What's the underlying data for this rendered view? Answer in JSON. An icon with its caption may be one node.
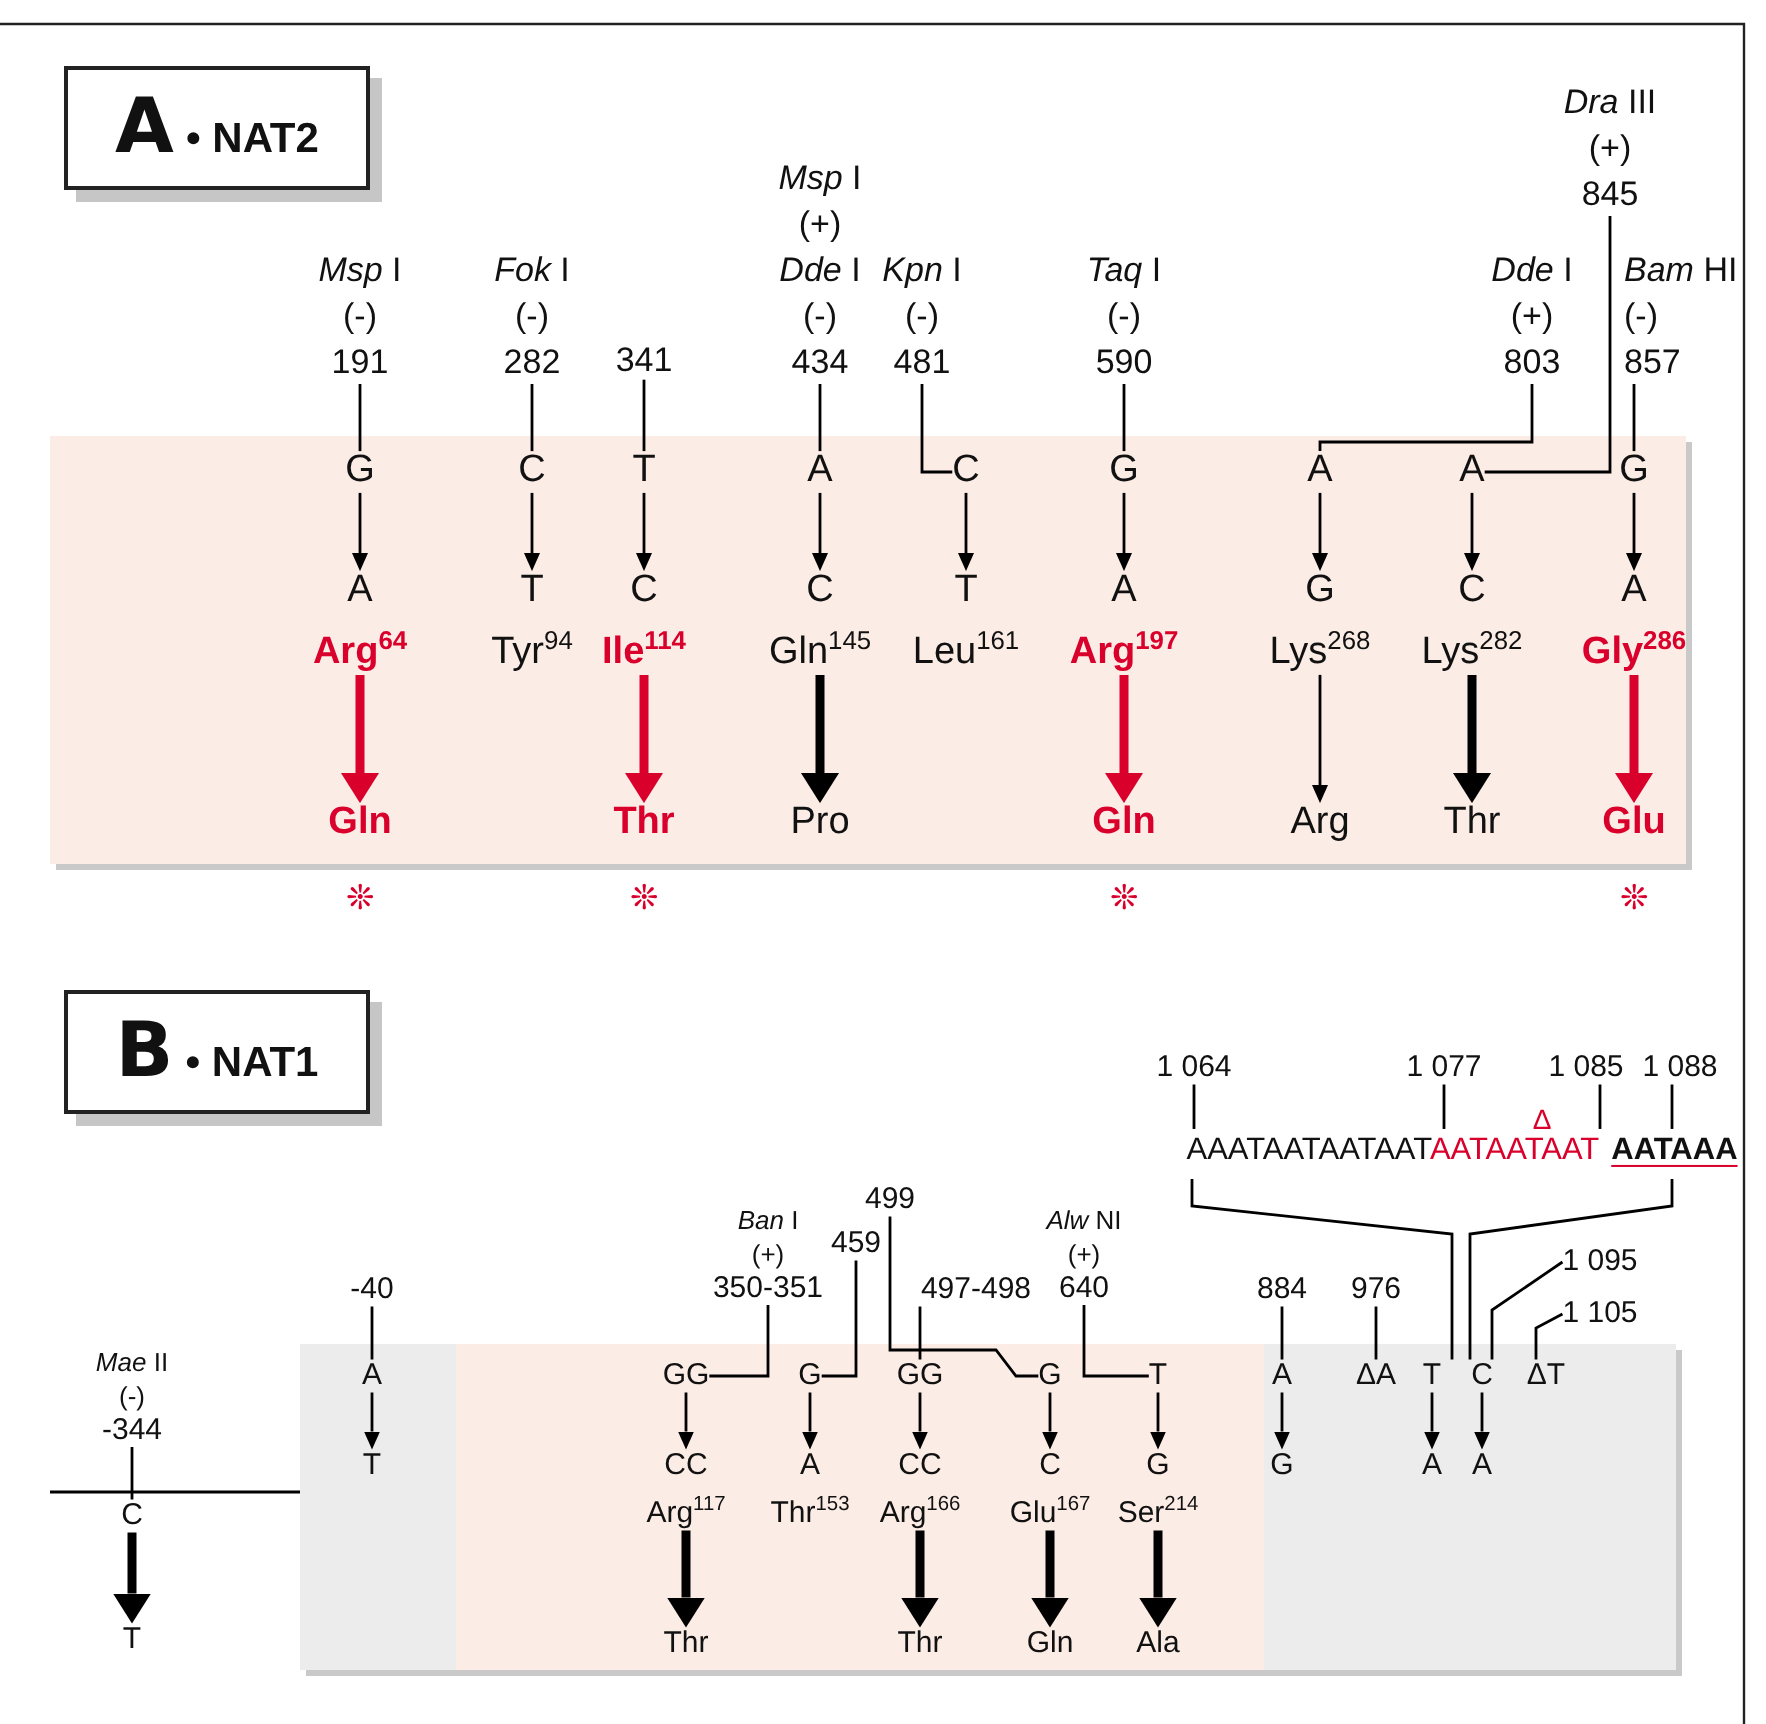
{
  "diagram": {
    "nodes": [
      {
        "text": [
          "A",
          "• NAT2"
        ]
      },
      {
        "text": [],
        "shape": "band"
      },
      {
        "text": [
          "*Msp* I",
          "(-)",
          "191"
        ]
      },
      {
        "text": [
          "G"
        ],
        "in": 1
      },
      {
        "text": [
          "A"
        ],
        "in": 1
      },
      {
        "text": [
          "Arg$^{64}$"
        ],
        "in": 1
      },
      {
        "text": [
          "Gln"
        ],
        "in": 1
      },
      {
        "text": [
          "*Fok* I",
          "(-)",
          "282"
        ]
      },
      {
        "text": [
          "C"
        ],
        "in": 1
      },
      {
        "text": [
          "T"
        ],
        "in": 1
      },
      {
        "text": [
          "Tyr$^{94}$"
        ],
        "in": 1
      },
      {
        "text": [
          "341"
        ]
      },
      {
        "text": [
          "T"
        ],
        "in": 1
      },
      {
        "text": [
          "C"
        ],
        "in": 1
      },
      {
        "text": [
          "Ile$^{114}$"
        ],
        "in": 1
      },
      {
        "text": [
          "Thr"
        ],
        "in": 1
      },
      {
        "text": [
          "*Msp* I",
          "(+)",
          "*Dde* I",
          "(-)",
          "434"
        ]
      },
      {
        "text": [
          "A"
        ],
        "in": 1
      },
      {
        "text": [
          "C"
        ],
        "in": 1
      },
      {
        "text": [
          "Gln$^{145}$"
        ],
        "in": 1
      },
      {
        "text": [
          "Pro"
        ],
        "in": 1
      },
      {
        "text": [
          "*Kpn* I",
          "(-)",
          "481"
        ]
      },
      {
        "text": [
          "C"
        ],
        "in": 1
      },
      {
        "text": [
          "T"
        ],
        "in": 1
      },
      {
        "text": [
          "Leu$^{161}$"
        ],
        "in": 1
      },
      {
        "text": [
          "*Taq* I",
          "(-)",
          "590"
        ]
      },
      {
        "text": [
          "G"
        ],
        "in": 1
      },
      {
        "text": [
          "A"
        ],
        "in": 1
      },
      {
        "text": [
          "Arg$^{197}$"
        ],
        "in": 1
      },
      {
        "text": [
          "Gln"
        ],
        "in": 1
      },
      {
        "text": [
          "*Dde* I",
          "(+)",
          "803"
        ]
      },
      {
        "text": [
          "A"
        ],
        "in": 1
      },
      {
        "text": [
          "G"
        ],
        "in": 1
      },
      {
        "text": [
          "Lys$^{268}$"
        ],
        "in": 1
      },
      {
        "text": [
          "Arg"
        ],
        "in": 1
      },
      {
        "text": [
          "*Dra* III",
          "(+)",
          "845"
        ]
      },
      {
        "text": [
          "A"
        ],
        "in": 1
      },
      {
        "text": [
          "C"
        ],
        "in": 1
      },
      {
        "text": [
          "Lys$^{282}$"
        ],
        "in": 1
      },
      {
        "text": [
          "Thr"
        ],
        "in": 1
      },
      {
        "text": [
          "*Bam* HI",
          "(-)",
          "857"
        ]
      },
      {
        "text": [
          "G"
        ],
        "in": 1
      },
      {
        "text": [
          "A"
        ],
        "in": 1
      },
      {
        "text": [
          "Gly$^{286}$"
        ],
        "in": 1
      },
      {
        "text": [
          "Glu"
        ],
        "in": 1
      },
      {
        "text": [
          "B",
          "• NAT1"
        ]
      },
      {
        "text": [],
        "shape": "band"
      },
      {
        "text": [],
        "shape": "band"
      },
      {
        "text": [],
        "shape": "band"
      },
      {
        "text": [
          "*Mae* II",
          "(-)",
          "-344"
        ]
      },
      {
        "text": [
          "C"
        ]
      },
      {
        "text": [
          "T"
        ]
      },
      {
        "text": [
          "-40"
        ]
      },
      {
        "text": [
          "A"
        ],
        "in": 46
      },
      {
        "text": [
          "T"
        ],
        "in": 46
      },
      {
        "text": [
          "*Ban* I",
          "(+)",
          "350-351"
        ]
      },
      {
        "text": [
          "GG"
        ],
        "in": 47
      },
      {
        "text": [
          "CC"
        ],
        "in": 47
      },
      {
        "text": [
          "Arg$^{117}$"
        ],
        "in": 47
      },
      {
        "text": [
          "Thr"
        ],
        "in": 47
      },
      {
        "text": [
          "459"
        ]
      },
      {
        "text": [
          "G"
        ],
        "in": 47
      },
      {
        "text": [
          "A"
        ],
        "in": 47
      },
      {
        "text": [
          "Thr$^{153}$"
        ],
        "in": 47
      },
      {
        "text": [
          "499"
        ]
      },
      {
        "text": [
          "497-498"
        ]
      },
      {
        "text": [
          "GG"
        ],
        "in": 47
      },
      {
        "text": [
          "CC"
        ],
        "in": 47
      },
      {
        "text": [
          "Arg$^{166}$"
        ],
        "in": 47
      },
      {
        "text": [
          "Thr"
        ],
        "in": 47
      },
      {
        "text": [
          "G"
        ],
        "in": 47
      },
      {
        "text": [
          "C"
        ],
        "in": 47
      },
      {
        "text": [
          "Glu$^{167}$"
        ],
        "in": 47
      },
      {
        "text": [
          "Gln"
        ],
        "in": 47
      },
      {
        "text": [
          "*Alw* NI",
          "(+)",
          "640"
        ]
      },
      {
        "text": [
          "T"
        ],
        "in": 47
      },
      {
        "text": [
          "G"
        ],
        "in": 47
      },
      {
        "text": [
          "Ser$^{214}$"
        ],
        "in": 47
      },
      {
        "text": [
          "Ala"
        ],
        "in": 47
      },
      {
        "text": [
          "884"
        ]
      },
      {
        "text": [
          "A"
        ],
        "in": 48
      },
      {
        "text": [
          "G"
        ],
        "in": 48
      },
      {
        "text": [
          "976"
        ]
      },
      {
        "text": [
          "ΔA"
        ],
        "in": 48
      },
      {
        "text": [
          "AAATAATAATAAT",
          "AATAATAAT",
          "AATAAA"
        ]
      },
      {
        "text": [
          "1 064"
        ]
      },
      {
        "text": [
          "1 077"
        ]
      },
      {
        "text": [
          "1 085"
        ]
      },
      {
        "text": [
          "1 088"
        ]
      },
      {
        "text": [
          "1 095"
        ]
      },
      {
        "text": [
          "1 105"
        ]
      },
      {
        "text": [
          "T"
        ],
        "in": 48
      },
      {
        "text": [
          "A"
        ],
        "in": 48
      },
      {
        "text": [
          "C"
        ],
        "in": 48
      },
      {
        "text": [
          "A"
        ],
        "in": 48
      },
      {
        "text": [
          "ΔT"
        ],
        "in": 48
      }
    ],
    "edges": [
      {
        "from": 2,
        "to": 3,
        "arrow": "none"
      },
      {
        "from": 3,
        "to": 4,
        "arrow": "to"
      },
      {
        "from": 5,
        "to": 6,
        "arrow": "to",
        "style": "thick",
        "color": "#d9002c"
      },
      {
        "from": 7,
        "to": 8,
        "arrow": "none"
      },
      {
        "from": 8,
        "to": 9,
        "arrow": "to"
      },
      {
        "from": 11,
        "to": 12,
        "arrow": "none"
      },
      {
        "from": 12,
        "to": 13,
        "arrow": "to"
      },
      {
        "from": 14,
        "to": 15,
        "arrow": "to",
        "style": "thick",
        "color": "#d9002c"
      },
      {
        "from": 16,
        "to": 17,
        "arrow": "none"
      },
      {
        "from": 17,
        "to": 18,
        "arrow": "to"
      },
      {
        "from": 19,
        "to": 20,
        "arrow": "to",
        "style": "thick"
      },
      {
        "from": 21,
        "to": 22,
        "arrow": "none"
      },
      {
        "from": 22,
        "to": 23,
        "arrow": "to"
      },
      {
        "from": 25,
        "to": 26,
        "arrow": "none"
      },
      {
        "from": 26,
        "to": 27,
        "arrow": "to"
      },
      {
        "from": 28,
        "to": 29,
        "arrow": "to",
        "style": "thick",
        "color": "#d9002c"
      },
      {
        "from": 30,
        "to": 31,
        "arrow": "none"
      },
      {
        "from": 31,
        "to": 32,
        "arrow": "to"
      },
      {
        "from": 33,
        "to": 34,
        "arrow": "to"
      },
      {
        "from": 35,
        "to": 36,
        "arrow": "none"
      },
      {
        "from": 36,
        "to": 37,
        "arrow": "to"
      },
      {
        "from": 38,
        "to": 39,
        "arrow": "to",
        "style": "thick"
      },
      {
        "from": 40,
        "to": 41,
        "arrow": "none"
      },
      {
        "from": 41,
        "to": 42,
        "arrow": "to"
      },
      {
        "from": 43,
        "to": 44,
        "arrow": "to",
        "style": "thick",
        "color": "#d9002c"
      },
      {
        "from": 49,
        "to": 50,
        "arrow": "none"
      },
      {
        "from": 50,
        "to": 51,
        "arrow": "to",
        "style": "thick"
      },
      {
        "from": 52,
        "to": 53,
        "arrow": "none"
      },
      {
        "from": 53,
        "to": 54,
        "arrow": "to"
      },
      {
        "from": 55,
        "to": 56,
        "arrow": "none"
      },
      {
        "from": 56,
        "to": 57,
        "arrow": "to"
      },
      {
        "from": 58,
        "to": 59,
        "arrow": "to",
        "style": "thick"
      },
      {
        "from": 60,
        "to": 61,
        "arrow": "none"
      },
      {
        "from": 61,
        "to": 62,
        "arrow": "to"
      },
      {
        "from": 64,
        "to": 70,
        "arrow": "none"
      },
      {
        "from": 65,
        "to": 66,
        "arrow": "none"
      },
      {
        "from": 66,
        "to": 67,
        "arrow": "to"
      },
      {
        "from": 68,
        "to": 69,
        "arrow": "to",
        "style": "thick"
      },
      {
        "from": 70,
        "to": 71,
        "arrow": "to"
      },
      {
        "from": 72,
        "to": 73,
        "arrow": "to",
        "style": "thick"
      },
      {
        "from": 74,
        "to": 75,
        "arrow": "none"
      },
      {
        "from": 75,
        "to": 76,
        "arrow": "to"
      },
      {
        "from": 77,
        "to": 78,
        "arrow": "to",
        "style": "thick"
      },
      {
        "from": 79,
        "to": 80,
        "arrow": "none"
      },
      {
        "from": 80,
        "to": 81,
        "arrow": "to"
      },
      {
        "from": 82,
        "to": 83,
        "arrow": "none"
      },
      {
        "from": 85,
        "to": 84,
        "arrow": "none"
      },
      {
        "from": 86,
        "to": 84,
        "arrow": "none"
      },
      {
        "from": 87,
        "to": 84,
        "arrow": "none"
      },
      {
        "from": 88,
        "to": 84,
        "arrow": "none"
      },
      {
        "from": 84,
        "to": 91,
        "arrow": "none"
      },
      {
        "from": 84,
        "to": 93,
        "arrow": "none"
      },
      {
        "from": 89,
        "to": 93,
        "arrow": "none"
      },
      {
        "from": 90,
        "to": 95,
        "arrow": "none"
      },
      {
        "from": 91,
        "to": 92,
        "arrow": "to"
      },
      {
        "from": 93,
        "to": 94,
        "arrow": "to"
      }
    ],
    "labels": [
      "❊",
      "❊",
      "❊",
      "❊",
      "Δ"
    ]
  }
}
